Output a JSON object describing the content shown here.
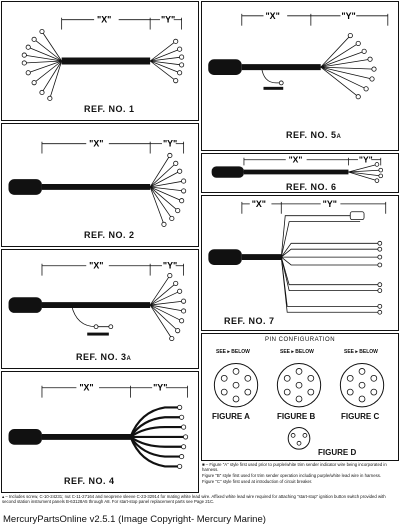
{
  "dimension_labels": {
    "x": "\"X\"",
    "y": "\"Y\""
  },
  "refs": {
    "ref1": "REF. NO. 1",
    "ref2": "REF. NO. 2",
    "ref3": "REF. NO. 3",
    "ref3_mark": "A",
    "ref4": "REF. NO. 4",
    "ref5": "REF. NO. 5",
    "ref5_mark": "A",
    "ref6": "REF. NO. 6",
    "ref7": "REF. NO. 7"
  },
  "pin_configuration": {
    "title": "PIN CONFIGURATION",
    "see_below": "SEE ▸ BELOW",
    "figures": [
      "FIGURE A",
      "FIGURE B",
      "FIGURE C",
      "FIGURE D"
    ]
  },
  "notes": [
    "■ – Figure \"A\" style first used prior to purple/white trim sender indicator wire being incorporated in harness.",
    "Figure \"B\" style first used for trim sender operation including purple/white lead wire in harness.",
    "Figure \"C\" style first used at introduction of circuit breaker."
  ],
  "footnote": "▴ – Includes screw, C-10-24231; nut C-11-27164 and neoprene sleeve C-23-32914 for mating white lead wire. Affixed white lead wire required for attaching \"start-stop\" ignition button switch provided with second station instrument panels B-63128A5 through A8. For start-stop panel replacement parts see Page 21C.",
  "copyright": "MercuryPartsOnline v2.5.1 (Image Copyright- Mercury Marine)"
}
